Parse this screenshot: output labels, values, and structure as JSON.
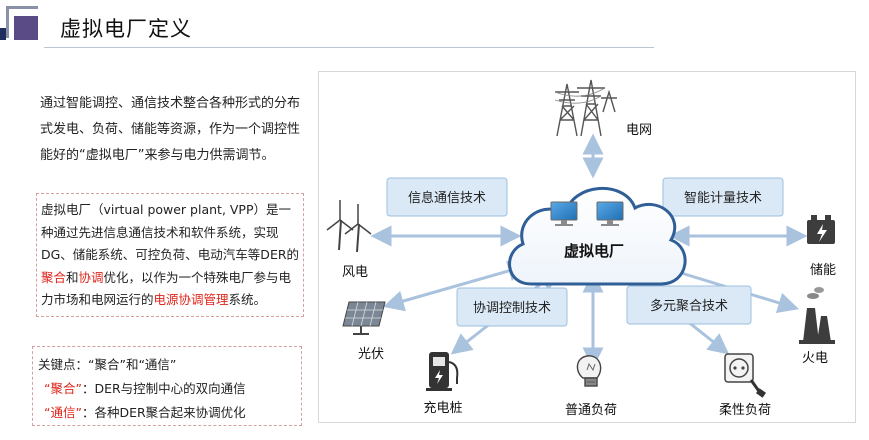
{
  "header": {
    "title": "虚拟电厂定义"
  },
  "intro": {
    "text": "通过智能调控、通信技术整合各种形式的分布式发电、负荷、储能等资源，作为一个调控性能好的“虚拟电厂”来参与电力供需调节。"
  },
  "definition": {
    "part1": "虚拟电厂（virtual power plant, VPP）是一种通过先进信息通信技术和软件系统，实现DG、储能系统、可控负荷、电动汽车等DER的",
    "hl1": "聚合",
    "part2": "和",
    "hl2": "协调",
    "part3": "优化，以作为一个特殊电厂参与电力市场和电网运行的",
    "hl3": "电源协调管理",
    "part4": "系统。"
  },
  "key_points": {
    "heading": "关键点：“聚合”和“通信”",
    "item1_term": "“聚合”",
    "item1_text": "：DER与控制中心的双向通信",
    "item2_term": "“通信”",
    "item2_text": "：各种DER聚合起来协调优化"
  },
  "diagram": {
    "center": "虚拟电厂",
    "tech_boxes": [
      "信息通信技术",
      "智能计量技术",
      "协调控制技术",
      "多元聚合技术"
    ],
    "nodes": {
      "grid": "电网",
      "wind": "风电",
      "storage": "储能",
      "solar": "光伏",
      "thermal": "火电",
      "charging": "充电桩",
      "load": "普通负荷",
      "flex_load": "柔性负荷"
    }
  },
  "colors": {
    "accent": "#5a4a86",
    "highlight": "#e0251b",
    "arrow": "#a9c2dd",
    "box_fill": "#dbe9f6",
    "box_border": "#9dbfdf",
    "cloud_stroke": "#2f5f96"
  }
}
